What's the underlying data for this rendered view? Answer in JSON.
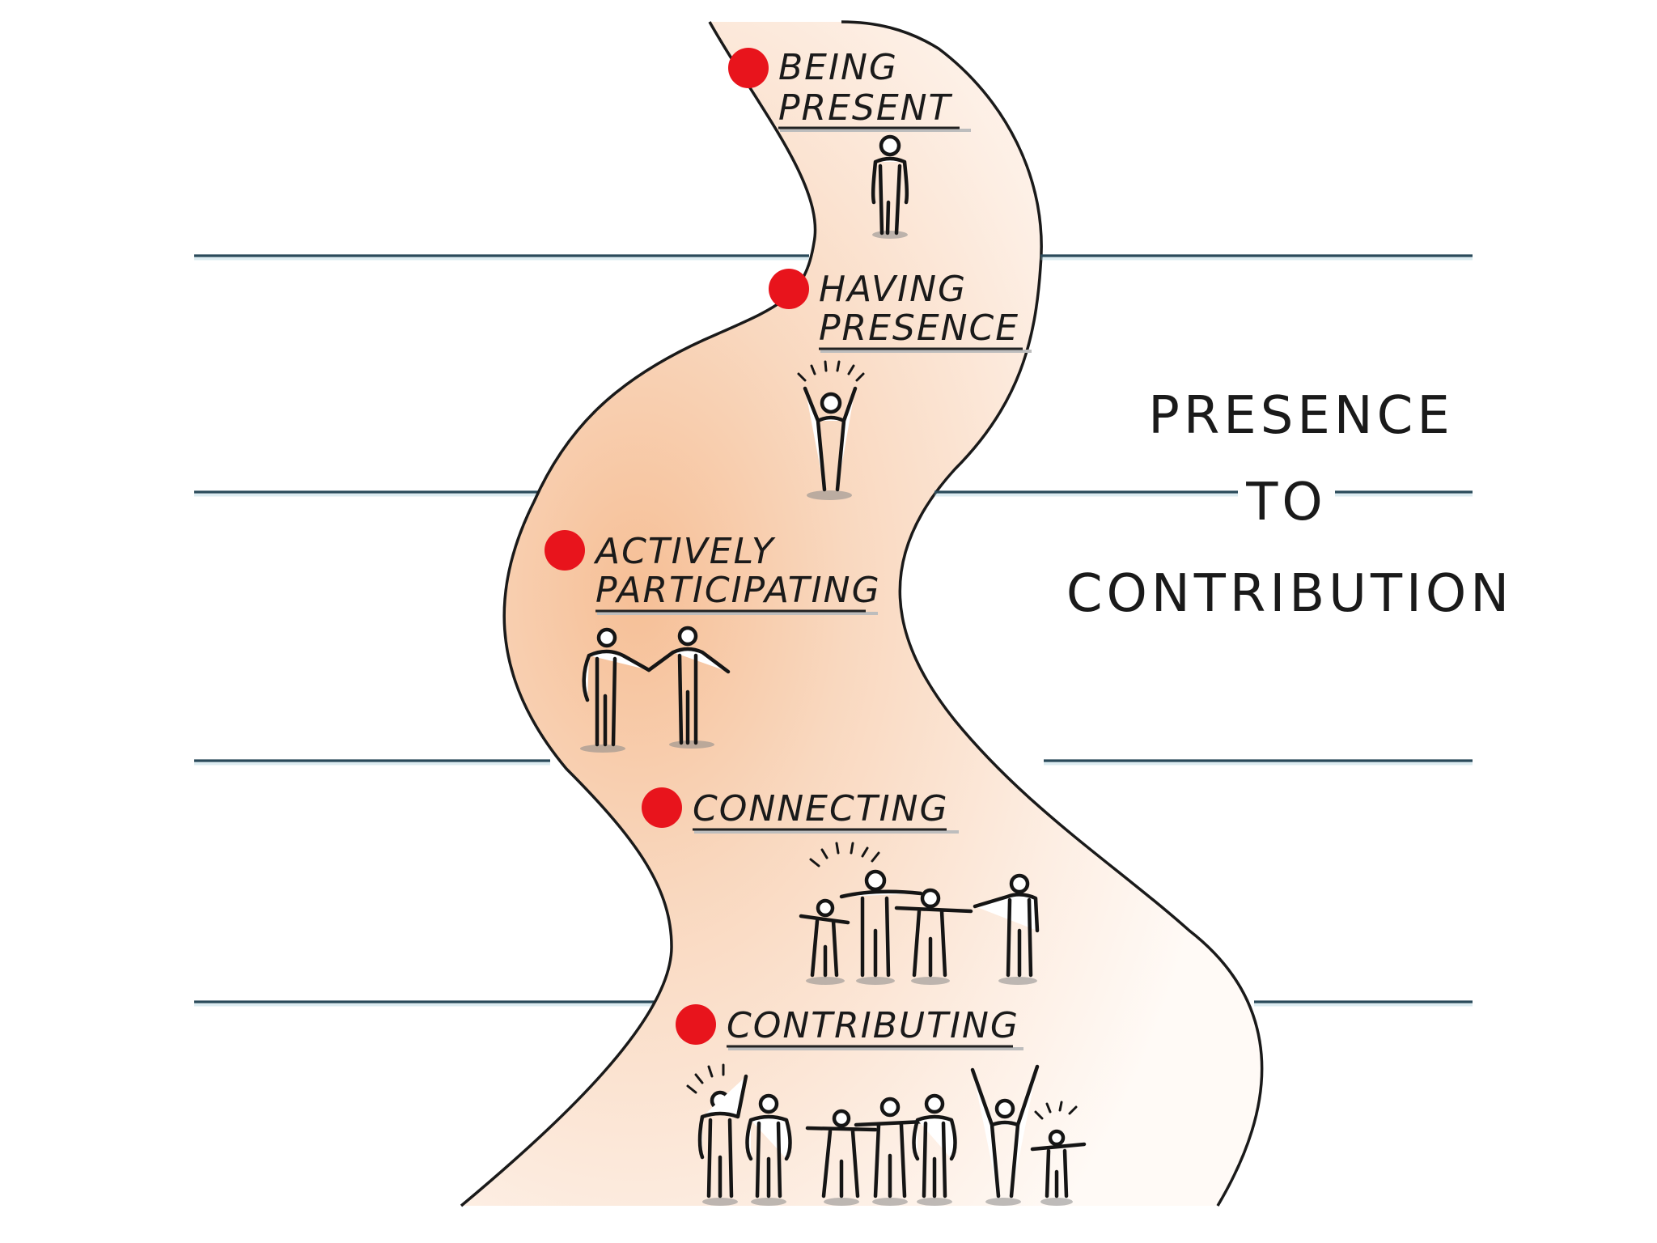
{
  "title": {
    "line1": "PRESENCE",
    "line2": "TO",
    "line3": "CONTRIBUTION"
  },
  "stages": [
    {
      "line1": "BEING",
      "line2": "PRESENT",
      "marker_color": "#e8141c"
    },
    {
      "line1": "HAVING",
      "line2": "PRESENCE",
      "marker_color": "#e8141c"
    },
    {
      "line1": "ACTIVELY",
      "line2": "PARTICIPATING",
      "marker_color": "#e8141c"
    },
    {
      "line1": "CONNECTING",
      "line2": "",
      "marker_color": "#e8141c"
    },
    {
      "line1": "CONTRIBUTING",
      "line2": "",
      "marker_color": "#e8141c"
    }
  ],
  "colors": {
    "path_fill_warm": "#f7c9a6",
    "path_fill_light": "#fdf1e8",
    "path_outline": "#1a1a1a",
    "divider": "#2a4a5a",
    "marker": "#e8141c"
  },
  "icons": {
    "stage1": "standing-person-icon",
    "stage2": "cheering-person-icon",
    "stage3": "two-people-holding-hands-icon",
    "stage4": "group-connecting-icon",
    "stage5": "group-contributing-icon"
  }
}
